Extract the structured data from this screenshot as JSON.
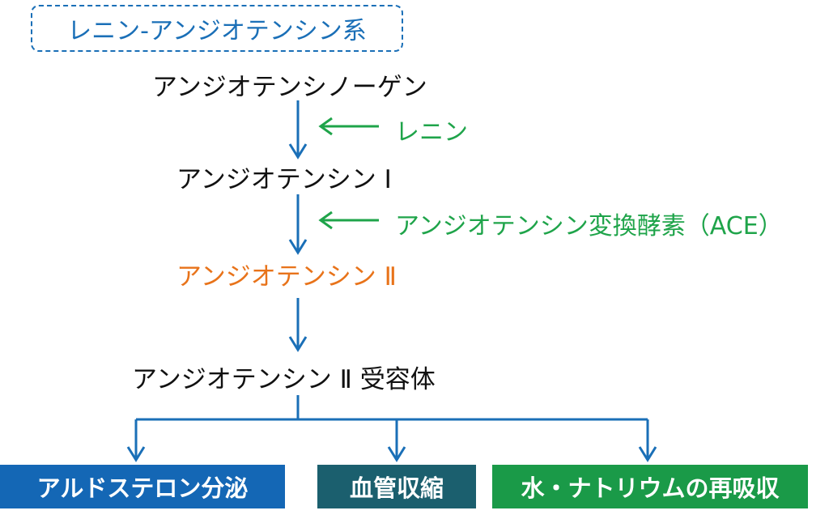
{
  "title": "レニン-アンジオテンシン系",
  "nodes": {
    "angiotensinogen": "アンジオテンシノーゲン",
    "angiotensin1": "アンジオテンシン Ⅰ",
    "angiotensin2": "アンジオテンシン Ⅱ",
    "receptor": "アンジオテンシン Ⅱ 受容体"
  },
  "enzymes": {
    "renin": "レニン",
    "ace": "アンジオテンシン変換酵素（ACE）"
  },
  "effects": [
    {
      "label": "アルドステロン分泌",
      "color": "#1467b5"
    },
    {
      "label": "血管収縮",
      "color": "#1b5f6e"
    },
    {
      "label": "水・ナトリウムの再吸収",
      "color": "#1a9a48"
    }
  ],
  "colors": {
    "flow_arrow": "#1a6fb7",
    "enzyme_arrow": "#1fa44a",
    "highlight": "#e8731a"
  }
}
